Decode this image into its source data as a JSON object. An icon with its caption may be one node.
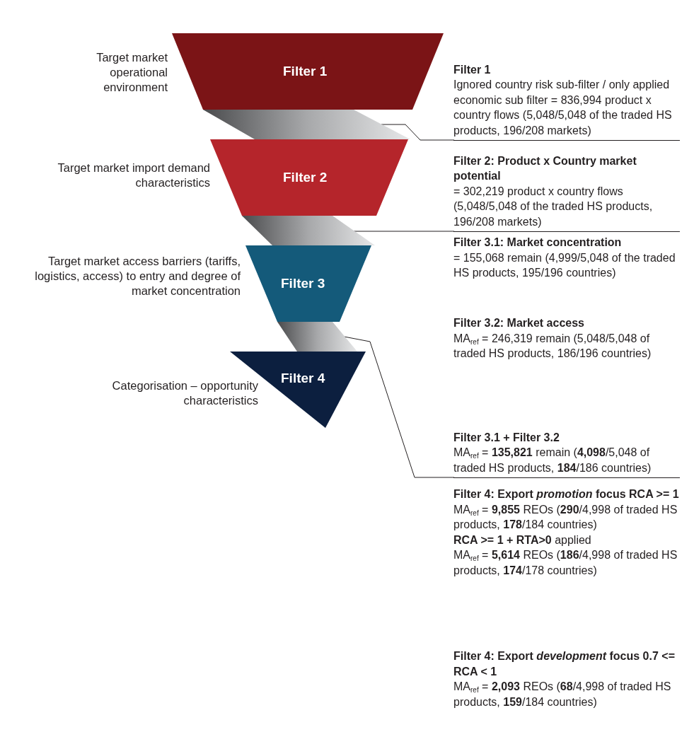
{
  "diagram": {
    "nodes": [
      {
        "text": [
          "Filter 1"
        ],
        "beside": [
          "Target market operational environment"
        ]
      },
      {
        "text": [],
        "shape": "bar"
      },
      {
        "text": [
          "Filter 2"
        ],
        "beside": [
          "Target market import demand characteristics"
        ]
      },
      {
        "text": [],
        "shape": "bar"
      },
      {
        "text": [
          "Filter 3"
        ],
        "beside": [
          "Target market access barriers (tariffs, logistics, access) to entry and degree of market concentration"
        ]
      },
      {
        "text": [],
        "shape": "bar"
      },
      {
        "text": [
          "Filter 4"
        ],
        "beside": [
          "Categorisation – opportunity characteristics"
        ]
      },
      {
        "text": [
          "Filter 1",
          "Ignored country risk sub-filter / only applied economic sub filter = 836,994 product x country flows (5,048/5,048 of the traded HS products, 196/208 markets)"
        ]
      },
      {
        "text": [
          "Filter 2: Product x Country market potential",
          "= 302,219 product x country flows (5,048/5,048 of the traded HS products, 196/208 markets)"
        ]
      },
      {
        "text": [
          "Filter 3.1: Market concentration",
          "= 155,068 remain (4,999/5,048 of the traded HS products, 195/196 countries)"
        ]
      },
      {
        "text": [
          "Filter 3.2: Market access",
          "MA$_{ref}$ = 246,319 remain (5,048/5,048 of traded HS products, 186/196 countries)"
        ]
      },
      {
        "text": [
          "Filter 3.1 + Filter 3.2",
          "MA$_{ref}$ = **135,821** remain (**4,098**/5,048 of traded HS products, **184**/186 countries)"
        ]
      },
      {
        "text": [
          "Filter 4: Export *promotion* focus RCA >= 1",
          "MA$_{ref}$ = **9,855** REOs (**290**/4,998 of traded HS products, **178**/184 countries)",
          "**RCA >= 1 + RTA>0** applied",
          "MA$_{ref}$ = **5,614** REOs (**186**/4,998 of traded HS products, **174**/178 countries)"
        ]
      },
      {
        "text": [
          "Filter 4: Export *development* focus 0.7 <= RCA < 1",
          "MA$_{ref}$ = **2,093** REOs (**68**/4,998 of traded HS products, **159**/184 countries)"
        ]
      }
    ],
    "edges": [
      {
        "from": 7,
        "to": 1,
        "arrow": "none"
      },
      {
        "from": 8,
        "to": 3,
        "arrow": "none"
      },
      {
        "from": 11,
        "to": 5,
        "arrow": "none"
      }
    ]
  }
}
